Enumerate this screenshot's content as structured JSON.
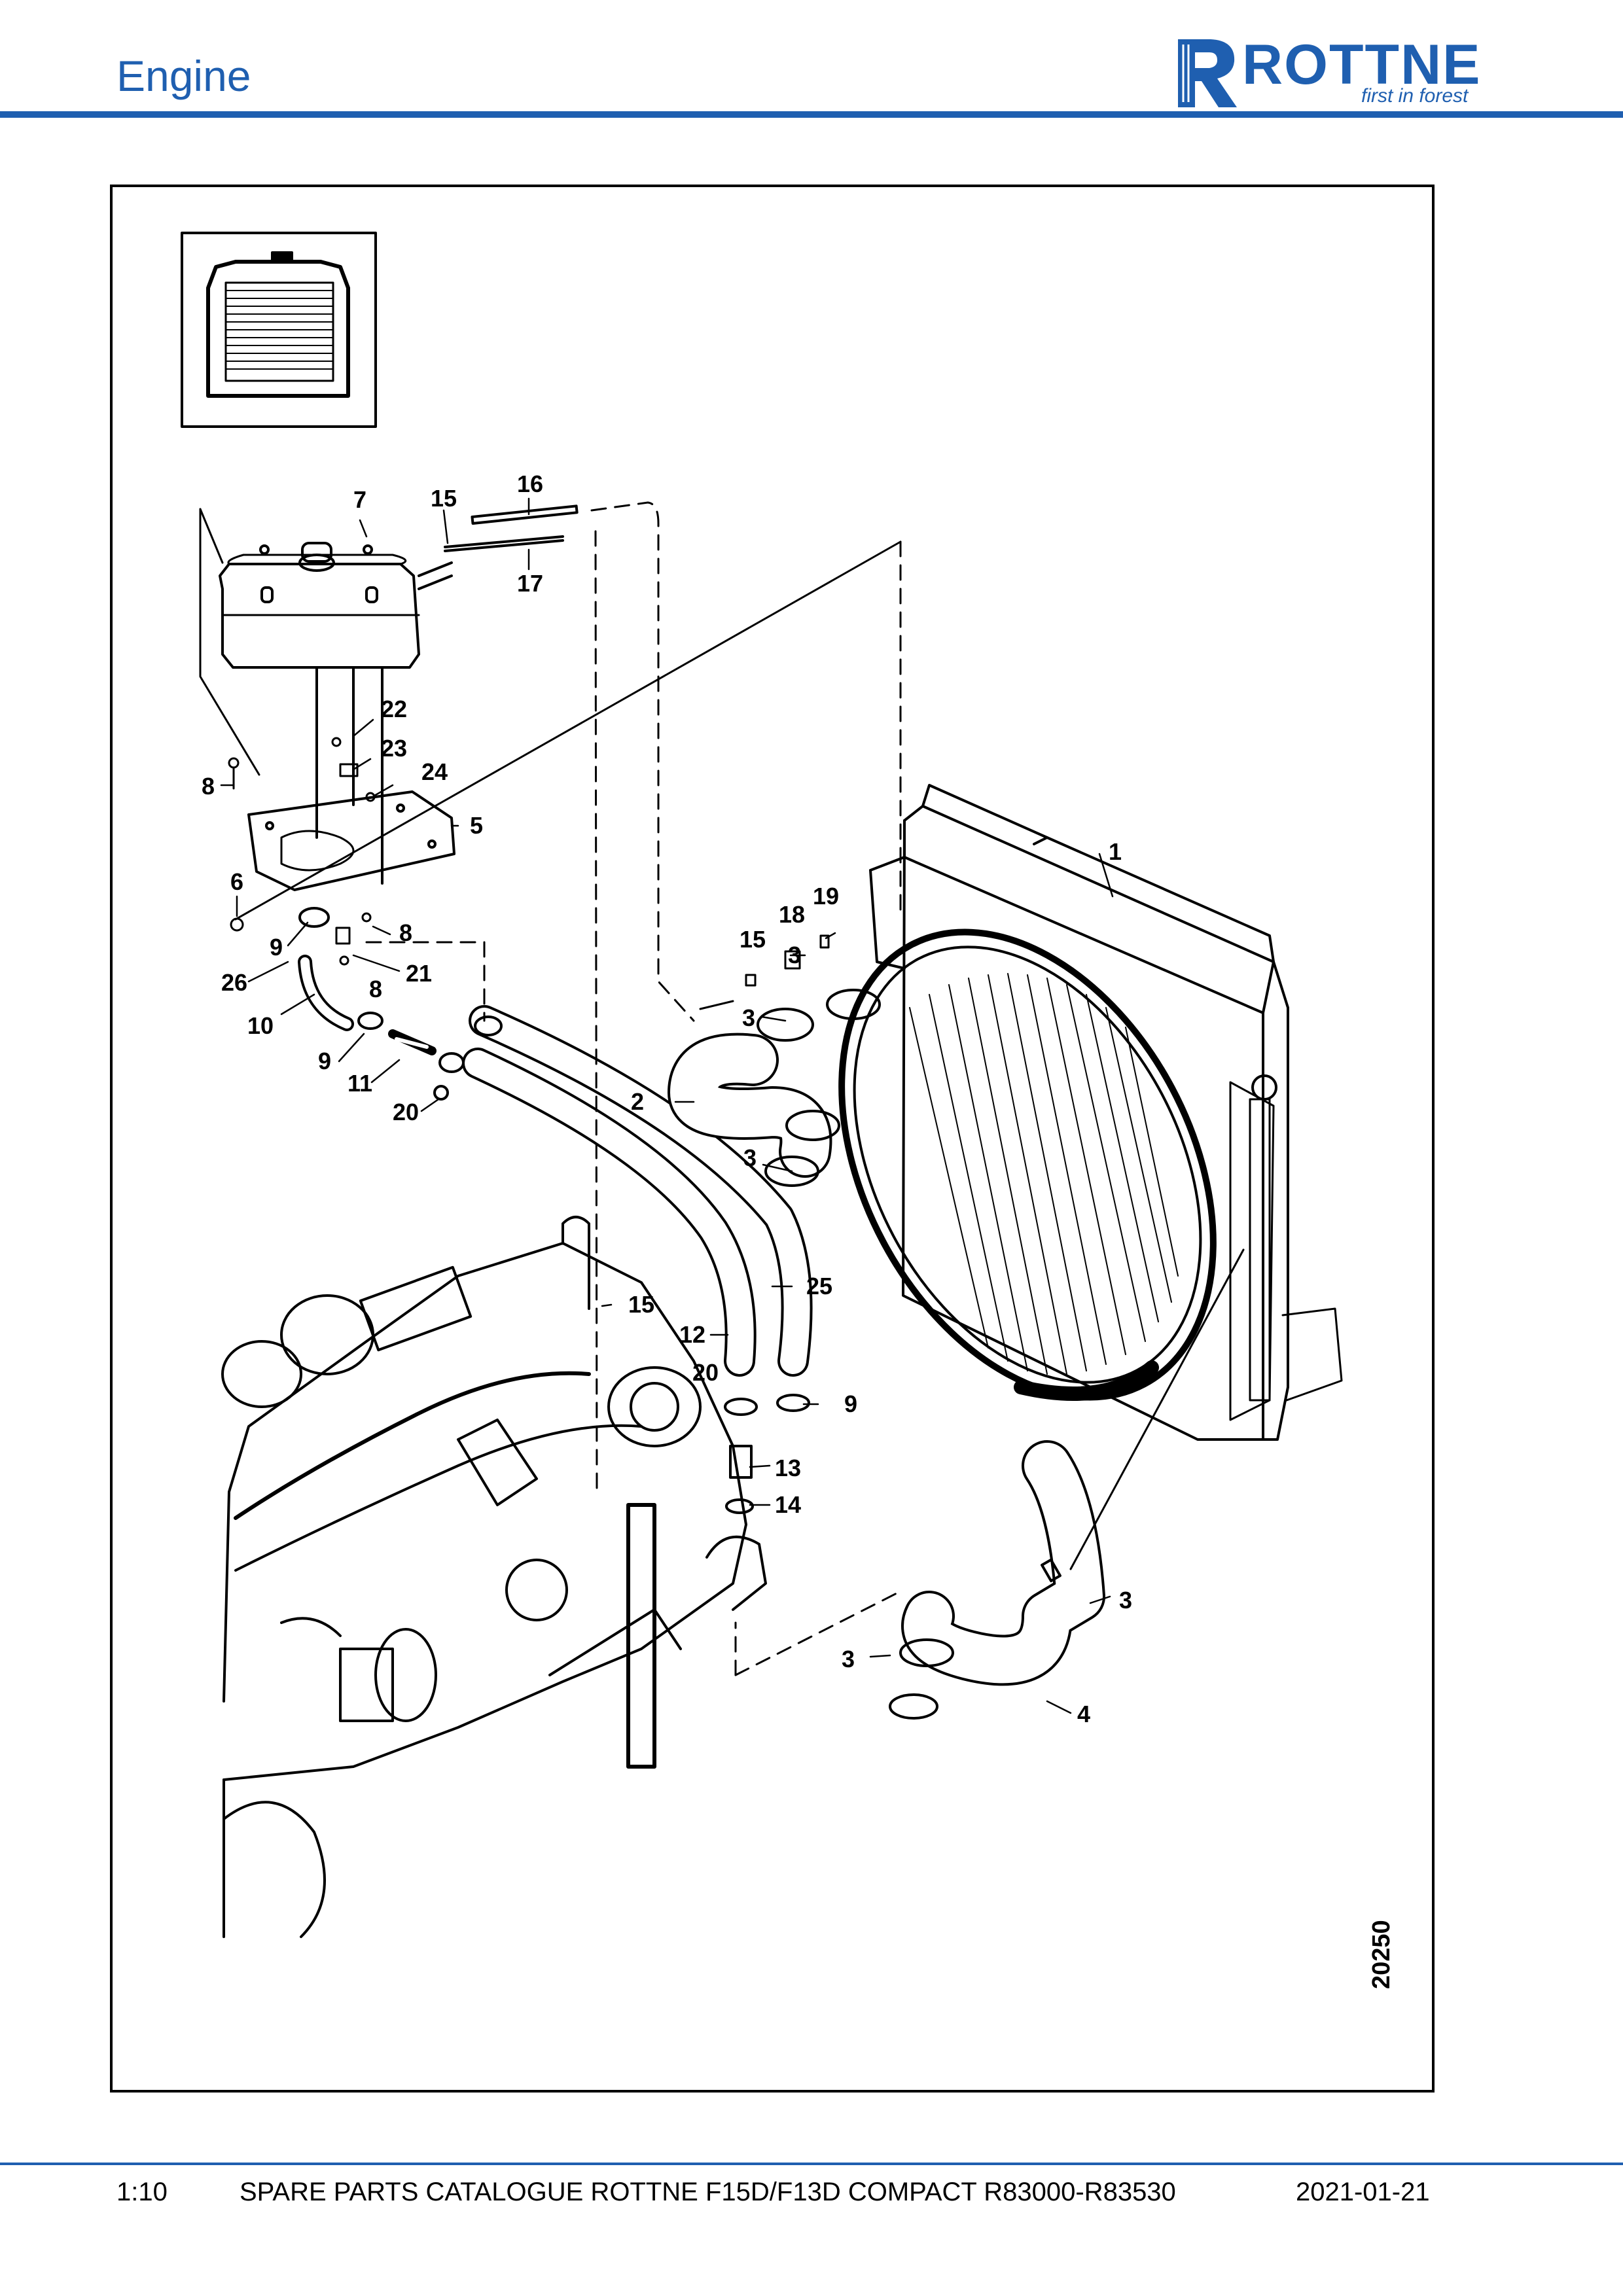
{
  "header": {
    "title": "Engine",
    "logo_word": "ROTTNE",
    "logo_tagline": "first in forest",
    "brand_color": "#1f5fb0"
  },
  "diagram": {
    "drawing_number": "20250",
    "callouts": [
      "1",
      "2",
      "3",
      "3",
      "3",
      "3",
      "3",
      "4",
      "5",
      "6",
      "7",
      "8",
      "8",
      "8",
      "9",
      "9",
      "9",
      "10",
      "11",
      "12",
      "13",
      "14",
      "15",
      "15",
      "15",
      "16",
      "17",
      "18",
      "19",
      "20",
      "20",
      "21",
      "22",
      "23",
      "24",
      "25",
      "26"
    ]
  },
  "footer": {
    "page": "1:10",
    "catalogue": "SPARE PARTS CATALOGUE ROTTNE F15D/F13D COMPACT R83000-R83530",
    "date": "2021-01-21"
  }
}
